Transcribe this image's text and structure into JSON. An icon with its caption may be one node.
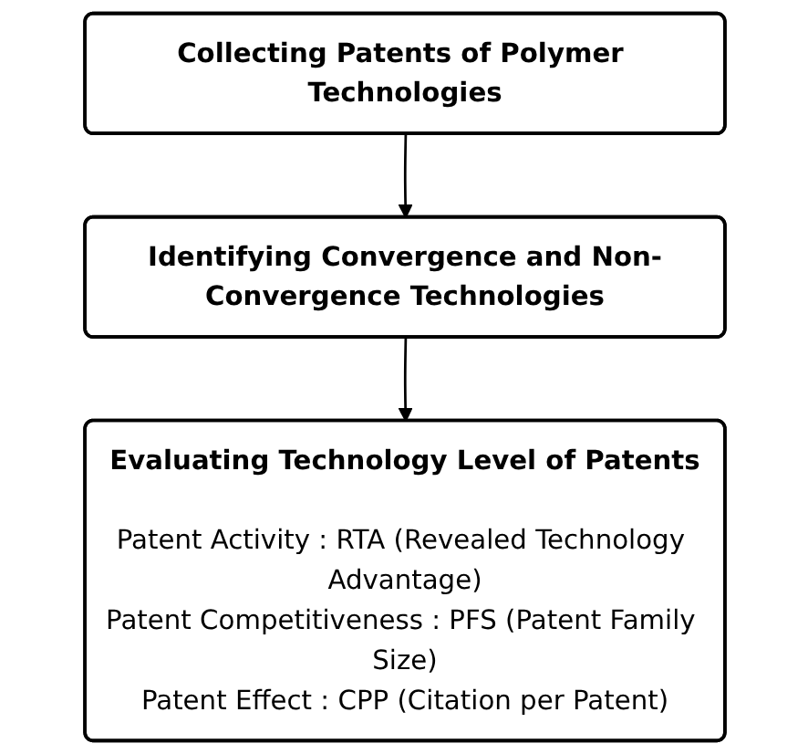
{
  "diagram": {
    "nodes": [
      {
        "text": [
          "Collecting Patents of Polymer Technologies"
        ]
      },
      {
        "text": [
          "Identifying Convergence and Non-Convergence Technologies"
        ]
      },
      {
        "text": [
          "Evaluating Technology Level of Patents",
          "Patent Activity : RTA (Revealed Technology Advantage)",
          "Patent Competitiveness : PFS (Patent Family Size)",
          "Patent Effect : CPP (Citation per Patent)"
        ]
      }
    ],
    "edges": [
      {
        "from": 0,
        "to": 1,
        "arrow": "to"
      },
      {
        "from": 1,
        "to": 2,
        "arrow": "to"
      }
    ]
  }
}
